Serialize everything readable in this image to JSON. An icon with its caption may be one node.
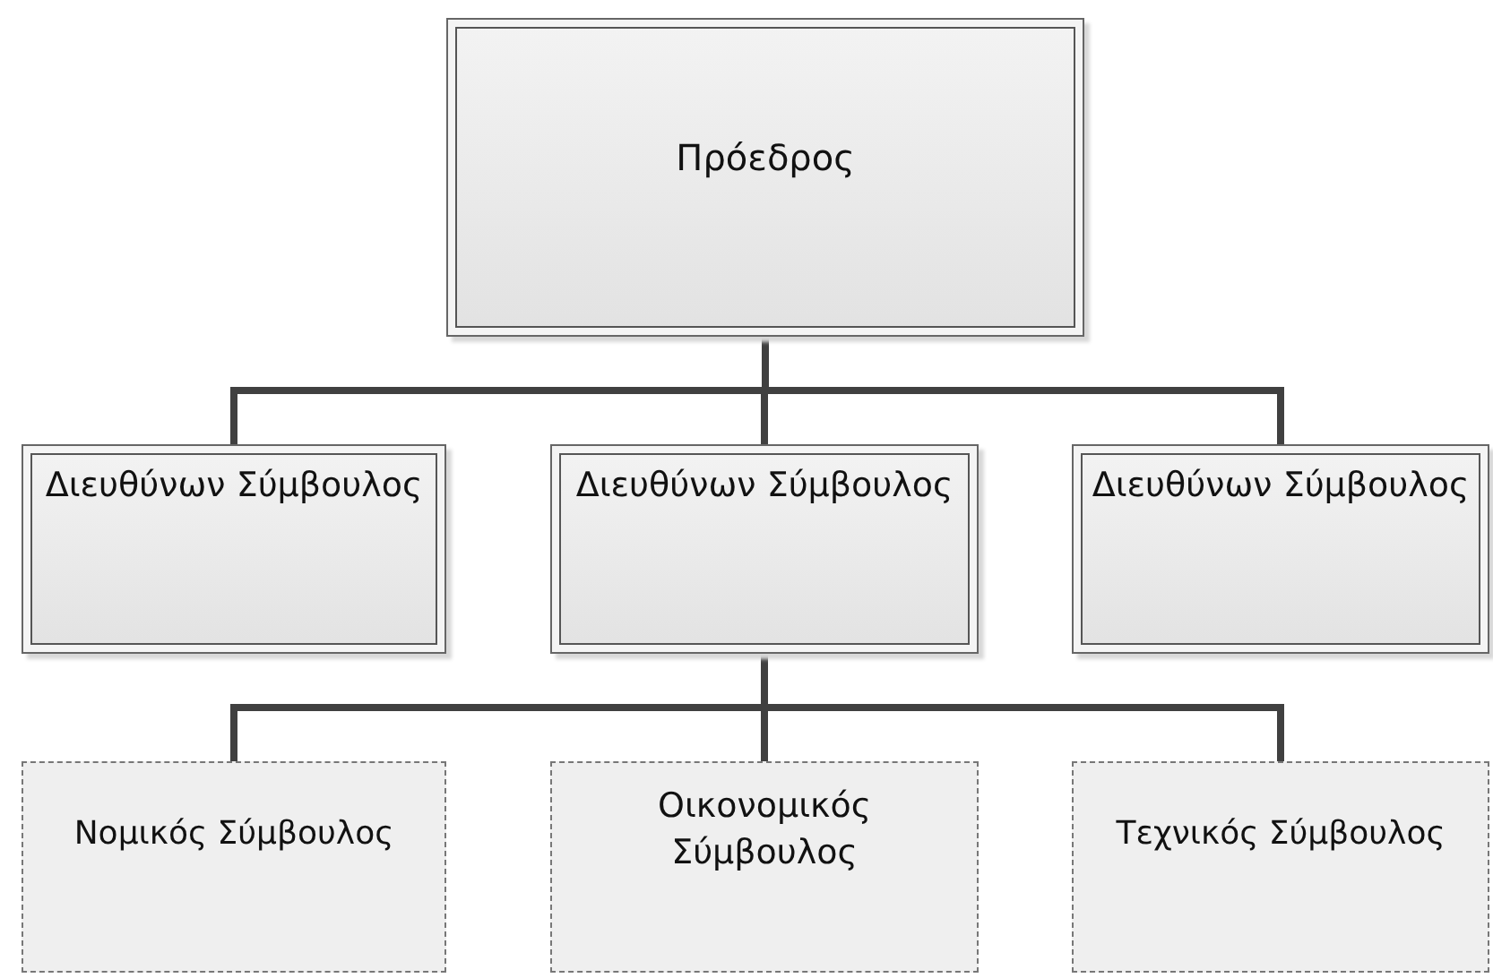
{
  "diagram": {
    "nodes": [
      {
        "text": [
          "Πρόεδρος"
        ]
      },
      {
        "text": [
          "Διευθύνων Σύμβουλος"
        ]
      },
      {
        "text": [
          "Διευθύνων Σύμβουλος"
        ]
      },
      {
        "text": [
          "Διευθύνων Σύμβουλος"
        ]
      },
      {
        "text": [
          "Νομικός Σύμβουλος"
        ]
      },
      {
        "text": [
          "Οικονομικός Σύμβουλος"
        ]
      },
      {
        "text": [
          "Τεχνικός Σύμβουλος"
        ]
      }
    ],
    "edges": [
      {
        "from": 0,
        "to": 1,
        "arrow": "none"
      },
      {
        "from": 0,
        "to": 2,
        "arrow": "none"
      },
      {
        "from": 0,
        "to": 3,
        "arrow": "none"
      },
      {
        "from": 2,
        "to": 4,
        "arrow": "none"
      },
      {
        "from": 2,
        "to": 5,
        "arrow": "none"
      },
      {
        "from": 2,
        "to": 6,
        "arrow": "none"
      }
    ]
  }
}
